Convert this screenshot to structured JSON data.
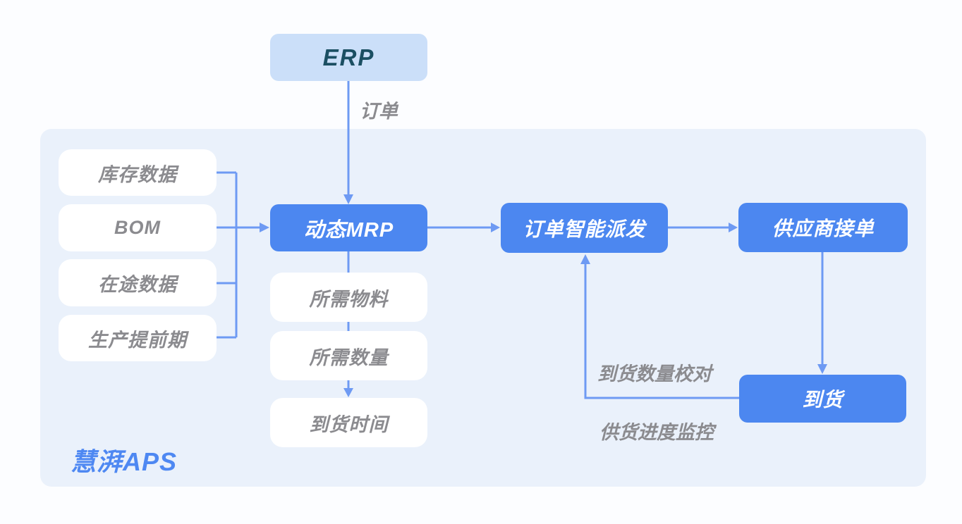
{
  "colors": {
    "accent_blue": "#4c87f0",
    "light_blue_node": "#cbdff9",
    "panel_bg": "#eaf1fb",
    "connector": "#6e9af3",
    "gray_text": "#8b8b8f",
    "erp_text": "#1b4f63",
    "logo_blue": "#4e88f2"
  },
  "erp_node": {
    "label": "ERP"
  },
  "edge_labels": {
    "order": "订单",
    "qty_check": "到货数量校对",
    "supply_monitor": "供货进度监控"
  },
  "aps_panel": {
    "logo": "慧湃APS",
    "inputs": [
      {
        "label": "库存数据"
      },
      {
        "label": "BOM"
      },
      {
        "label": "在途数据"
      },
      {
        "label": "生产提前期"
      }
    ],
    "mrp": {
      "label": "动态MRP"
    },
    "outputs": [
      {
        "label": "所需物料"
      },
      {
        "label": "所需数量"
      },
      {
        "label": "到货时间"
      }
    ],
    "flow": [
      {
        "label": "订单智能派发"
      },
      {
        "label": "供应商接单"
      },
      {
        "label": "到货"
      }
    ]
  }
}
